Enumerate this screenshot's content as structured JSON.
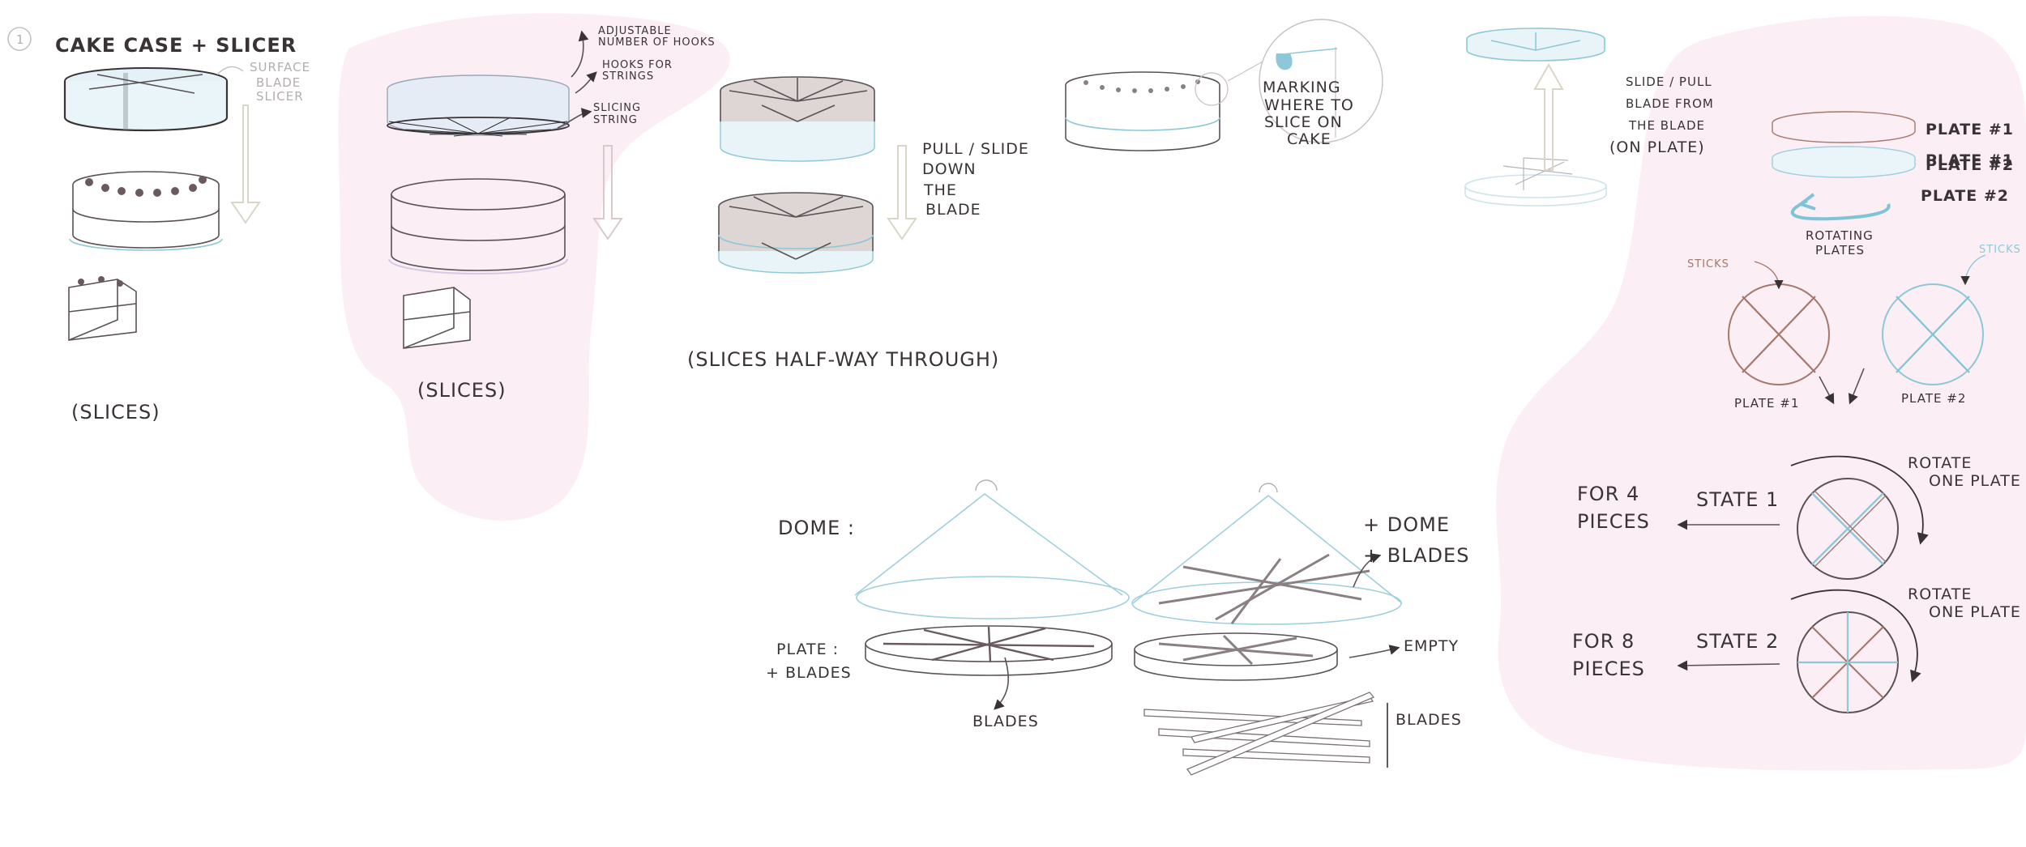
{
  "title": "CAKE CASE + SLICER",
  "page_number": "1",
  "notes": {
    "surface": "SURFACE",
    "blade": "BLADE",
    "slicer": "SLICER",
    "slices_1": "(SLICES)",
    "adjustable_1": "ADJUSTABLE",
    "adjustable_2": "NUMBER OF HOOKS",
    "hooks_1": "HOOKS FOR",
    "hooks_2": "STRINGS",
    "slicing_1": "SLICING",
    "slicing_2": "STRING",
    "slices_2": "(SLICES)",
    "pull_1": "PULL / SLIDE",
    "pull_2": "DOWN",
    "pull_3": "THE",
    "pull_4": "BLADE",
    "halfway": "(SLICES HALF-WAY THROUGH)",
    "marking_1": "MARKING",
    "marking_2": "WHERE TO",
    "marking_3": "SLICE ON",
    "marking_4": "CAKE",
    "slide_1": "SLIDE / PULL",
    "slide_2": "BLADE FROM",
    "slide_3": "THE BLADE",
    "slide_4": "(ON PLATE)",
    "plate1_label": "PLATE #1",
    "plate1_dup": "PLATE #1",
    "plate2_label": "PLATE #2",
    "plate2_label_b": "PLATE #2",
    "rotating_1": "ROTATING",
    "rotating_2": "PLATES",
    "sticks_1": "STICKS",
    "sticks_2": "STICKS",
    "plate1_small": "PLATE #1",
    "plate2_small": "PLATE #2",
    "dome": "DOME :",
    "dome_blades_1": "+ DOME",
    "dome_blades_2": "+ BLADES",
    "plate_blades_1": "PLATE :",
    "plate_blades_2": "+ BLADES",
    "blades_1": "BLADES",
    "empty": "EMPTY",
    "blades_2": "BLADES",
    "for4_1": "FOR 4",
    "for4_2": "PIECES",
    "state1": "STATE 1",
    "rotate1_1": "ROTATE",
    "rotate1_2": "ONE PLATE",
    "for8_1": "FOR 8",
    "for8_2": "PIECES",
    "state2": "STATE 2",
    "rotate2_1": "ROTATE",
    "rotate2_2": "ONE PLATE"
  },
  "colors": {
    "pink_blob": "#fbeef4",
    "ink": "#3a3336",
    "blue": "#8ec8d8",
    "brown": "#a6776c",
    "gray_fill": "#ddd6d4",
    "arrow": "#d9d6c8"
  }
}
